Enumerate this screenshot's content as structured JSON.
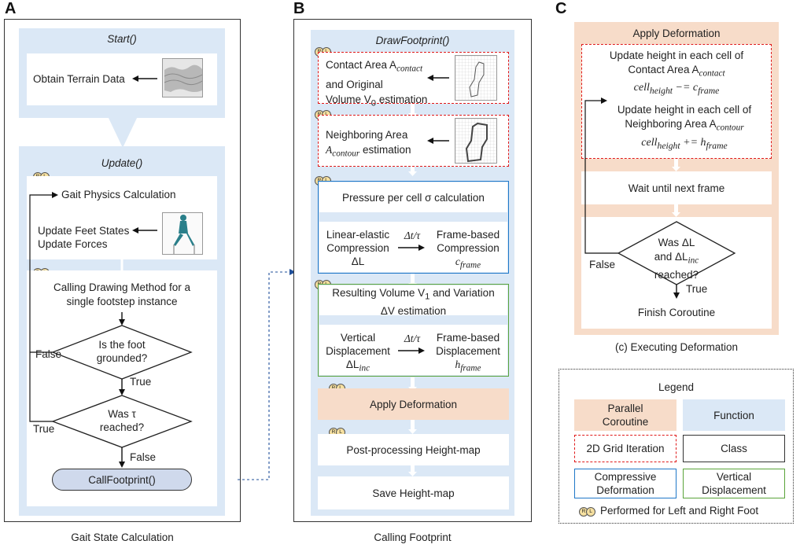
{
  "panel_a": {
    "letter": "A",
    "start_title": "Start()",
    "obtain_terrain": "Obtain Terrain Data",
    "update_title": "Update()",
    "gait_physics": "Gait Physics Calculation",
    "update_feet": "Update Feet States",
    "update_forces": "Update Forces",
    "calling_method_1": "Calling Drawing Method for a",
    "calling_method_2": "single footstep instance",
    "grounded_q1": "Is the foot",
    "grounded_q2": "grounded?",
    "tau_q1": "Was τ",
    "tau_q2": "reached?",
    "false1": "False",
    "true1": "True",
    "true2": "True",
    "false2": "False",
    "callfootprint": "CallFootprint()",
    "caption": "Gait State Calculation"
  },
  "panel_b": {
    "letter": "B",
    "title": "DrawFootprint()",
    "contact_1": "Contact Area A",
    "contact_sub": "contact",
    "contact_2": "and Original",
    "contact_3": "Volume V",
    "contact_3_sub": "0",
    "contact_3_tail": " estimation",
    "neighbor_1": "Neighboring Area",
    "neighbor_2": "A",
    "neighbor_2_sub": "contour",
    "neighbor_2_tail": " estimation",
    "pressure": "Pressure per cell σ calculation",
    "linear_1": "Linear-elastic",
    "linear_2": "Compression",
    "linear_3": "ΔL",
    "ratio": "Δt/τ",
    "frame_c1": "Frame-based",
    "frame_c2": "Compression",
    "frame_c3": "c",
    "frame_c3_sub": "frame",
    "result_1": "Resulting Volume V",
    "result_1_sub": "1",
    "result_1_tail": " and Variation",
    "result_2": "ΔV estimation",
    "vert_1": "Vertical",
    "vert_2": "Displacement",
    "vert_3": "ΔL",
    "vert_3_sub": "inc",
    "ratio2": "Δt/τ",
    "frame_d1": "Frame-based",
    "frame_d2": "Displacement",
    "frame_d3": "h",
    "frame_d3_sub": "frame",
    "apply": "Apply Deformation",
    "post": "Post-processing Height-map",
    "save": "Save Height-map",
    "caption": "Calling Footprint"
  },
  "panel_c": {
    "letter": "C",
    "title": "Apply Deformation",
    "update_1": "Update height in each cell of",
    "update_2": "Contact Area A",
    "update_2_sub": "contact",
    "formula_1a": "cell",
    "formula_1a_sub": "height",
    "formula_1b": " −= c",
    "formula_1b_sub": "frame",
    "update_3": "Update height in each cell of",
    "update_4": "Neighboring Area A",
    "update_4_sub": "contour",
    "formula_2a": "cell",
    "formula_2a_sub": "height",
    "formula_2b": " += h",
    "formula_2b_sub": "frame",
    "wait": "Wait until next frame",
    "q1": "Was ΔL",
    "q2": "and ΔL",
    "q2_sub": "inc",
    "q3": "reached?",
    "false_label": "False",
    "true_label": "True",
    "finish": "Finish Coroutine",
    "caption": "(c) Executing Deformation"
  },
  "legend": {
    "title": "Legend",
    "parallel_1": "Parallel",
    "parallel_2": "Coroutine",
    "function": "Function",
    "grid": "2D Grid Iteration",
    "class": "Class",
    "comp_1": "Compressive",
    "comp_2": "Deformation",
    "vert_1": "Vertical",
    "vert_2": "Displacement",
    "performed": "Performed for Left and Right Foot",
    "rl_r": "R",
    "rl_l": "L"
  },
  "colors": {
    "function_bg": "#dbe8f6",
    "coroutine_bg": "#f7dcc9",
    "grid_border": "#e01919",
    "compressive_border": "#1f78c8",
    "vertical_border": "#5aa43a",
    "callfootprint_bg": "#cfd9ec"
  }
}
